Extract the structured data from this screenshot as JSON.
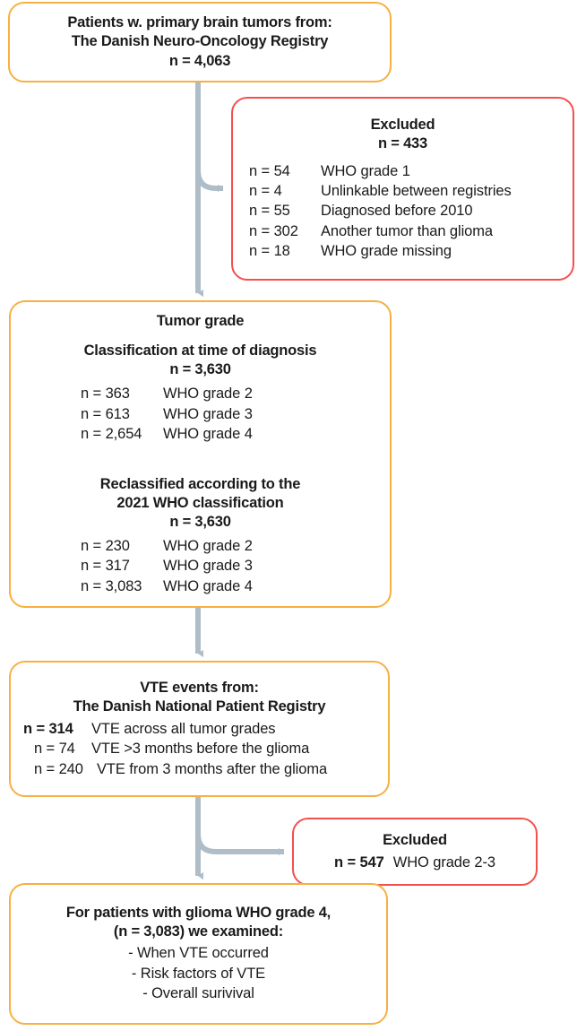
{
  "diagram": {
    "title": "Patient flow diagram",
    "colors": {
      "node_border": "#F7B042",
      "excluded_border": "#F2504D",
      "arrow": "#AEBDC7",
      "text": "#1a1a1a",
      "background": "#ffffff"
    }
  },
  "nodes": {
    "source": {
      "lines": [
        "Patients w. primary brain tumors from:",
        "The Danish Neuro-Oncology Registry",
        "n = 4,063"
      ]
    },
    "excluded_1": {
      "title": "Excluded",
      "total": "n = 433",
      "rows": [
        {
          "n": "n = 54",
          "label": "WHO grade 1"
        },
        {
          "n": "n = 4",
          "label": "Unlinkable between registries"
        },
        {
          "n": "n = 55",
          "label": "Diagnosed before 2010"
        },
        {
          "n": "n = 302",
          "label": "Another tumor than glioma"
        },
        {
          "n": "n = 18",
          "label": "WHO grade missing"
        }
      ]
    },
    "grade": {
      "title": "Tumor grade",
      "section_1": {
        "heading": "Classification at time of diagnosis",
        "total": "n = 3,630",
        "rows": [
          {
            "n": "n = 363",
            "label": "WHO grade 2"
          },
          {
            "n": "n = 613",
            "label": "WHO grade 3"
          },
          {
            "n": "n = 2,654",
            "label": "WHO grade 4"
          }
        ]
      },
      "section_2": {
        "heading_line_1": "Reclassified according to the",
        "heading_line_2": "2021 WHO classification",
        "total": "n = 3,630",
        "rows": [
          {
            "n": "n = 230",
            "label": "WHO grade 2"
          },
          {
            "n": "n = 317",
            "label": "WHO grade 3"
          },
          {
            "n": "n = 3,083",
            "label": "WHO grade 4"
          }
        ]
      }
    },
    "vte": {
      "heading_line_1": "VTE events from:",
      "heading_line_2": "The Danish National Patient Registry",
      "rows": [
        {
          "n": "n = 314",
          "label": "VTE across all tumor grades",
          "bold_n": true
        },
        {
          "n": "n = 74",
          "label": "VTE >3 months before the glioma",
          "bold_n": false
        },
        {
          "n": "n = 240",
          "label": "VTE from 3 months after the glioma",
          "bold_n": false
        }
      ]
    },
    "excluded_2": {
      "title": "Excluded",
      "rows": [
        {
          "n": "n = 547",
          "label": "WHO grade 2-3"
        }
      ]
    },
    "final": {
      "heading_line_1": "For patients with glioma WHO grade 4,",
      "heading_line_2": "(n = 3,083) we examined:",
      "bullets": [
        "- When VTE occurred",
        "- Risk factors of VTE",
        "- Overall surivival"
      ]
    }
  }
}
